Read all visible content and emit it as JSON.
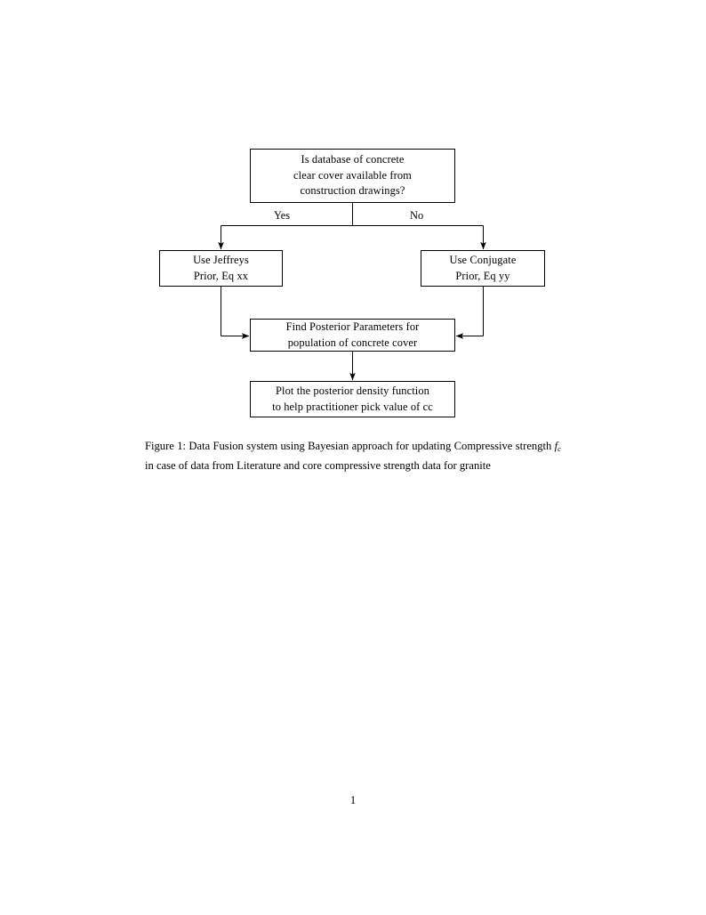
{
  "document": {
    "page_number": "1",
    "figure": {
      "nodes": {
        "decision": {
          "line1": "Is database of concrete",
          "line2": "clear cover available from",
          "line3": "construction drawings?"
        },
        "jeffreys": {
          "line1": "Use Jeffreys",
          "line2": "Prior, Eq xx"
        },
        "conjugate": {
          "line1": "Use Conjugate",
          "line2": "Prior, Eq yy"
        },
        "posterior": {
          "line1": "Find Posterior Parameters for",
          "line2": "population of concrete cover"
        },
        "plot": {
          "line1": "Plot the posterior density function",
          "line2": "to help practitioner pick value of cc"
        }
      },
      "edge_labels": {
        "yes": "Yes",
        "no": "No"
      }
    },
    "caption": {
      "label": "Figure 1:",
      "text_before_math": " Data Fusion system using Bayesian approach for updating Compressive strength ",
      "math_symbol": "f",
      "math_subscript": "c",
      "text_after_math": " in case of data from Literature and core compressive strength data for granite"
    },
    "colors": {
      "ink": "#000000",
      "page": "#ffffff"
    }
  }
}
